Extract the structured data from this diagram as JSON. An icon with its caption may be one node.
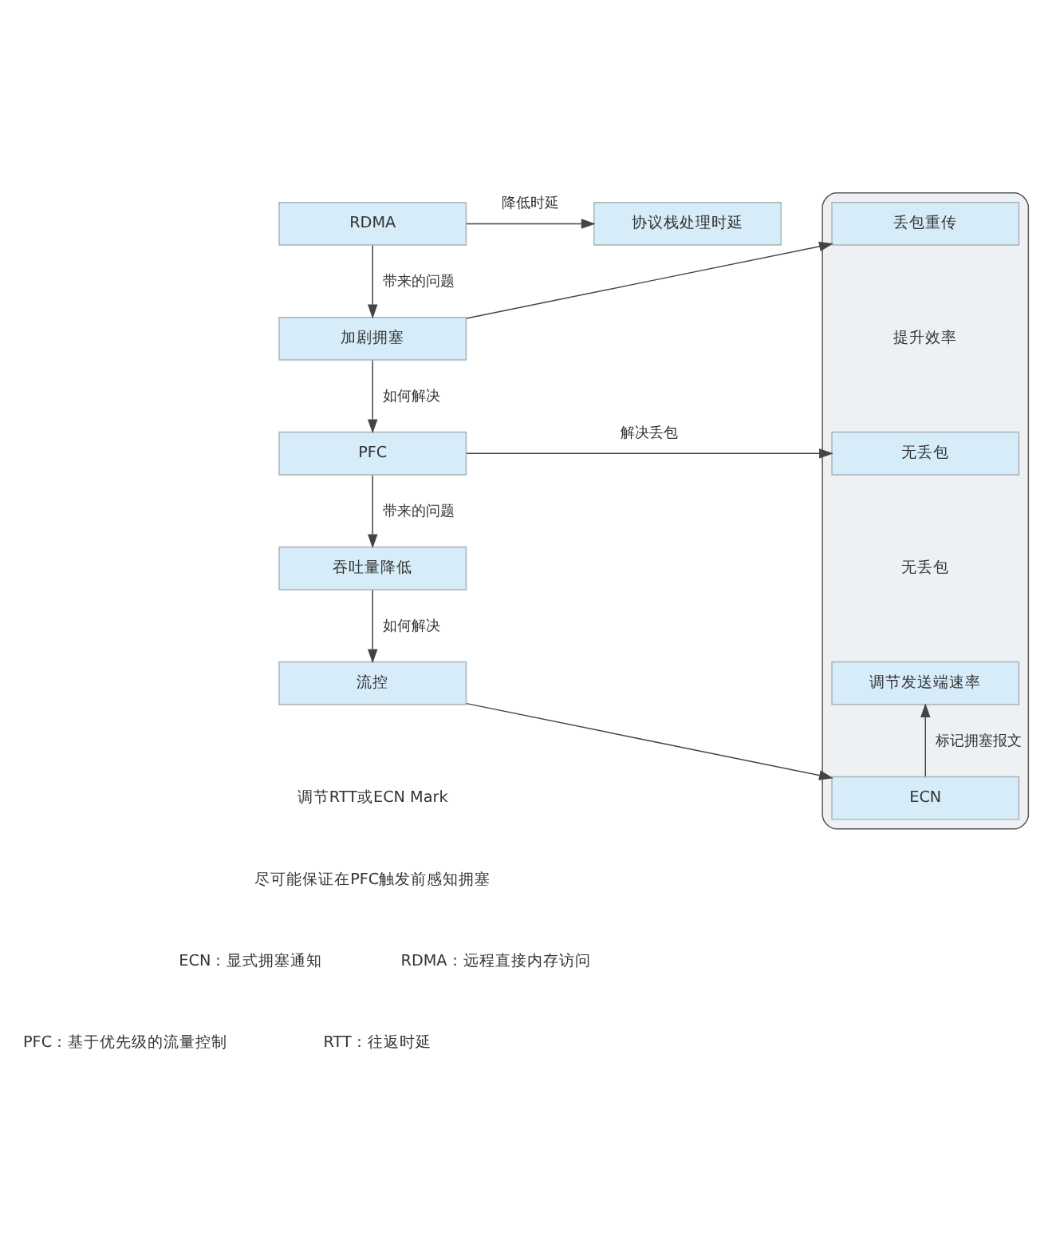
{
  "diagram": {
    "nodes": [
      {
        "text": [
          "RDMA"
        ]
      },
      {
        "text": [
          "协议栈处理时延"
        ]
      },
      {
        "text": [
          "加剧拥塞"
        ]
      },
      {
        "text": [],
        "shape": "box"
      },
      {
        "text": [
          "丢包重传"
        ],
        "in": 3
      },
      {
        "text": [
          "PFC"
        ]
      },
      {
        "text": [
          "无丢包"
        ],
        "in": 3
      },
      {
        "text": [
          "吞吐量降低"
        ]
      },
      {
        "text": [
          "调节发送端速率"
        ],
        "in": 3
      },
      {
        "text": [
          "流控"
        ]
      },
      {
        "text": [
          "ECN"
        ],
        "in": 3
      }
    ],
    "edges": [
      {
        "from": 0,
        "to": 1,
        "arrow": "to",
        "label": "降低时延"
      },
      {
        "from": 0,
        "to": 2,
        "arrow": "to",
        "label": "带来的问题"
      },
      {
        "from": 2,
        "to": 4,
        "arrow": "to"
      },
      {
        "from": 2,
        "to": 5,
        "arrow": "to",
        "label": "如何解决"
      },
      {
        "from": 5,
        "to": 6,
        "arrow": "to",
        "label": "解决丢包"
      },
      {
        "from": 5,
        "to": 7,
        "arrow": "to",
        "label": "带来的问题"
      },
      {
        "from": 7,
        "to": 9,
        "arrow": "to",
        "label": "如何解决"
      },
      {
        "from": 9,
        "to": 10,
        "arrow": "to"
      },
      {
        "from": 10,
        "to": 8,
        "arrow": "to",
        "label": "标记拥塞报文"
      }
    ],
    "labels": [
      "提升效率",
      "无丢包",
      "调节RTT或ECN Mark",
      "尽可能保证在PFC触发前感知拥塞",
      "ECN：显式拥塞通知",
      "RDMA：远程直接内存访问",
      "PFC：基于优先级的流量控制",
      "RTT：往返时延"
    ]
  }
}
